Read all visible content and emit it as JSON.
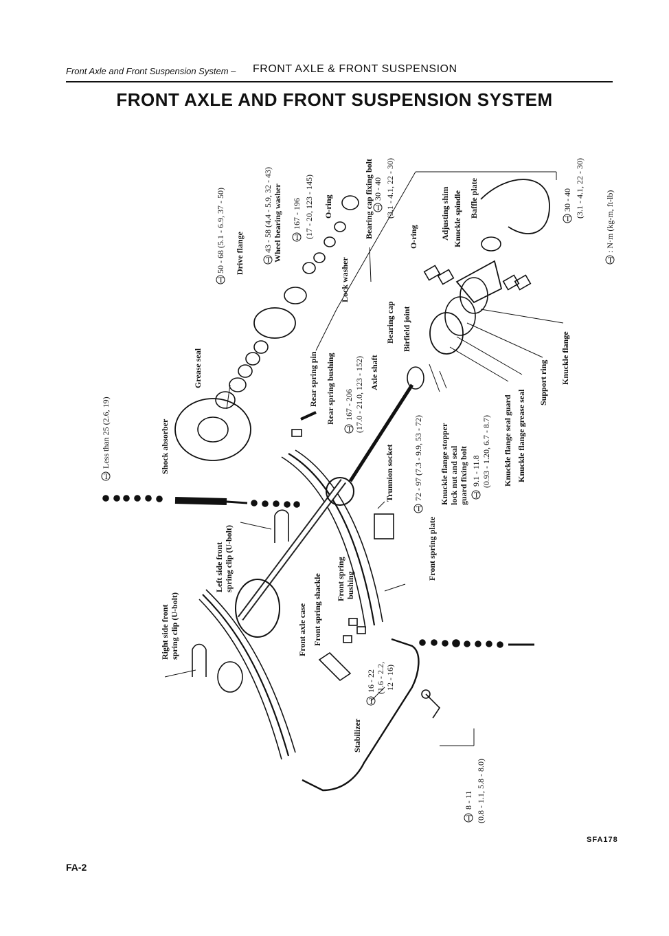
{
  "header": {
    "section": "Front Axle and Front Suspension System –",
    "chapter": "FRONT AXLE & FRONT SUSPENSION"
  },
  "title": "FRONT AXLE AND FRONT SUSPENSION SYSTEM",
  "torque_symbol": "T",
  "labels": {
    "drive_flange": "Drive flange",
    "wheel_bearing_washer": "Wheel bearing washer",
    "o_ring_top": "O-ring",
    "lock_washer": "Lock washer",
    "bearing_cap_fixing_bolt": "Bearing cap fixing bolt",
    "o_ring": "O-ring",
    "adjusting_shim": "Adjusting shim",
    "knuckle_spindle": "Knuckle spindle",
    "baffle_plate": "Baffle plate",
    "grease_seal": "Grease seal",
    "bearing_cap": "Bearing cap",
    "birfield_joint": "Birfield joint",
    "rear_spring_pin": "Rear spring pin",
    "rear_spring_bushing": "Rear spring bushing",
    "axle_shaft": "Axle shaft",
    "shock_absorber": "Shock absorber",
    "trunnion_socket": "Trunnion socket",
    "knuckle_flange_stopper_1": "Knuckle flange stopper",
    "knuckle_flange_stopper_2": "lock nut and seal",
    "knuckle_flange_stopper_3": "guard fixing bolt",
    "knuckle_flange_seal_guard": "Knuckle flange seal guard",
    "knuckle_flange_grease_seal": "Knuckle flange grease seal",
    "support_ring": "Support ring",
    "knuckle_flange": "Knuckle flange",
    "front_spring_plate": "Front spring plate",
    "left_spring_clip_1": "Left side front",
    "left_spring_clip_2": "spring clip (U-bolt)",
    "right_spring_clip_1": "Right side front",
    "right_spring_clip_2": "spring clip (U-bolt)",
    "front_axle_case": "Front axle case",
    "front_spring_shackle": "Front spring shackle",
    "front_spring_bushing_1": "Front spring",
    "front_spring_bushing_2": "bushing",
    "stabilizer": "Stabilizer"
  },
  "torques": {
    "drive_flange": "50 - 68 (5.1 - 6.9, 37 - 50)",
    "washer_nut": "43 - 58 (4.4 - 5.9, 32 - 43)",
    "bearing_nut_1": "167 - 196",
    "bearing_nut_2": "(17 - 20, 123 - 145)",
    "bearing_cap_bolt_1": "30 - 40",
    "bearing_cap_bolt_2": "(3.1 - 4.1, 22 - 30)",
    "baffle_bolt_1": "30 - 40",
    "baffle_bolt_2": "(3.1 - 4.1, 22 - 30)",
    "legend": ": N·m (kg-m, ft-lb)",
    "shock": "Less than 25 (2.6, 19)",
    "rear_pin_1": "167 - 206",
    "rear_pin_2": "(17.0 - 21.0, 123 - 152)",
    "spring_plate": "72 - 97 (7.3 - 9.9, 53 - 72)",
    "stopper_1": "9.1 - 11.8",
    "stopper_2": "(0.93 - 1.20, 6.7 - 8.7)",
    "stabilizer_1": "16 - 22",
    "stabilizer_2": "(1.6 - 2.2,",
    "stabilizer_3": "12 - 16)",
    "bracket_1": "8 - 11",
    "bracket_2": "(0.8 - 1.1, 5.8 - 8.0)"
  },
  "figure_code": "SFA178",
  "page_number": "FA-2"
}
